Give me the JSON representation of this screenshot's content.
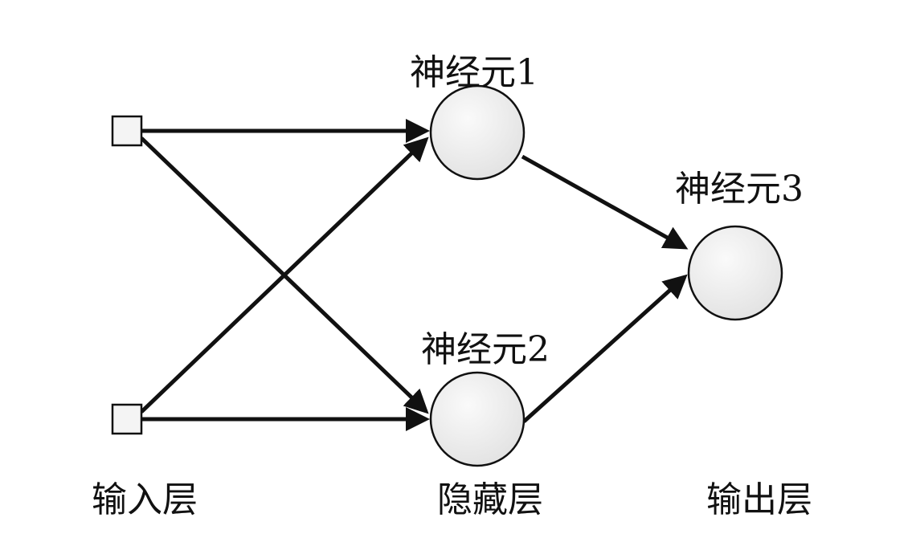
{
  "diagram": {
    "neurons": [
      {
        "id": "n1",
        "label": "神经元1"
      },
      {
        "id": "n2",
        "label": "神经元2"
      },
      {
        "id": "n3",
        "label": "神经元3"
      }
    ],
    "layers": {
      "input": "输入层",
      "hidden": "隐藏层",
      "output": "输出层"
    },
    "connections": [
      {
        "from": "in1",
        "to": "n1"
      },
      {
        "from": "in1",
        "to": "n2"
      },
      {
        "from": "in2",
        "to": "n1"
      },
      {
        "from": "in2",
        "to": "n2"
      },
      {
        "from": "n1",
        "to": "n3"
      },
      {
        "from": "n2",
        "to": "n3"
      }
    ],
    "colors": {
      "stroke": "#111111",
      "node_fill": "#eeeeee",
      "input_fill": "#f4f4f4"
    }
  }
}
